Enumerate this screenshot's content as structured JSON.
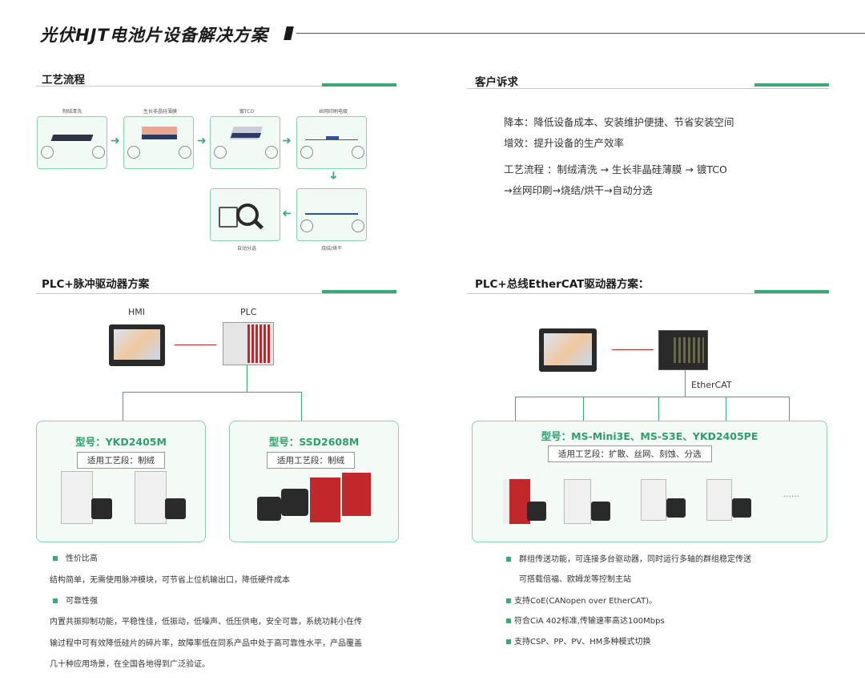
{
  "header": {
    "title": "光伏HJT电池片设备解决方案"
  },
  "process_section": {
    "title": "工艺流程",
    "steps": [
      "制绒清洗",
      "生长非晶硅薄膜",
      "镀TCO",
      "丝网印刷电极",
      "烧结/烘干",
      "自动分选"
    ]
  },
  "demand_section": {
    "title": "客户诉求",
    "line1": "降本：降低设备成本、安装维护便捷、节省安装空间",
    "line2": "增效：提升设备的生产效率",
    "line3": "工艺流程 ：制绒清洗 → 生长非晶硅薄膜 → 镀TCO",
    "line4": "→丝网印刷→烧结/烘干→自动分选"
  },
  "pulse_section": {
    "title": "PLC+脉冲驱动器方案",
    "hmi_label": "HMI",
    "plc_label": "PLC",
    "card1": {
      "model": "型号：YKD2405M",
      "tag": "适用工艺段：制绒"
    },
    "card2": {
      "model": "型号：SSD2608M",
      "tag": "适用工艺段：制绒"
    },
    "bullet1": "性价比高",
    "text1": "结构简单，无需使用脉冲模块，可节省上位机输出口，降低硬件成本",
    "bullet2": "可靠性强",
    "text2_1": "内置共振抑制功能，平稳性佳，低振动，低噪声、低压供电，安全可靠，系统功耗小在传",
    "text2_2": "输过程中可有效降低硅片的碎片率，故障率低在同系产品中处于高可靠性水平，产品覆盖",
    "text2_3": "几十种应用场景，在全国各地得到广泛验证。"
  },
  "ethercat_section": {
    "title": "PLC+总线EtherCAT驱动器方案：",
    "bus_label": "EtherCAT",
    "card": {
      "model": "型号：MS-Mini3E、MS-S3E、YKD2405PE",
      "tag": "适用工艺段：扩散、丝网、刻蚀、分选",
      "more": "……"
    },
    "b1": "群组传送功能，可连接多台驱动器，同时运行多轴的群组稳定传送",
    "b1_cont": "可搭载倍福、欧姆龙等控制主站",
    "b2": "支持CoE(CANopen over EtherCAT)。",
    "b3": "符合CiA 402标准,传输速率高达100Mbps",
    "b4": "支持CSP、PP、PV、HM多种模式切换"
  },
  "colors": {
    "accent": "#3aa97a",
    "brand_red": "#c0282c"
  }
}
